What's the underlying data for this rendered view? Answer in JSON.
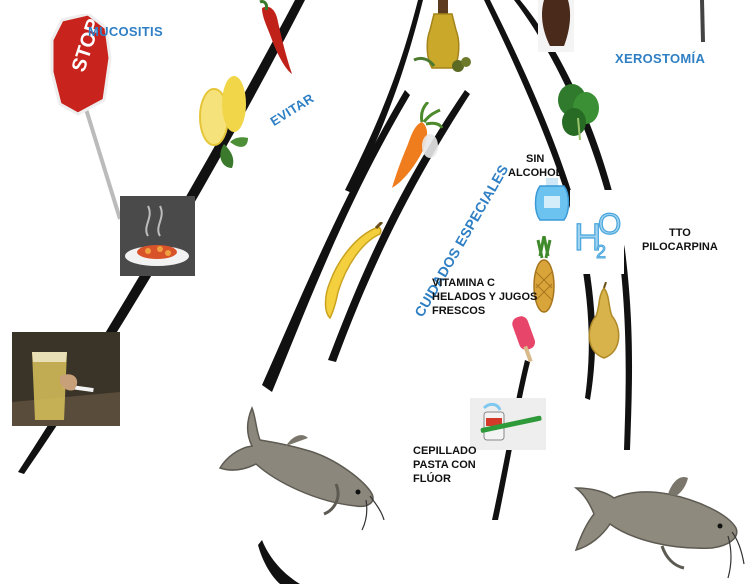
{
  "labels": {
    "mucositis": "MUCOSITIS",
    "evitar": "EVITAR",
    "cuidados": "CUIDADOS ESPECIALES",
    "xerostomia": "XEROSTOMÍA",
    "sin_alcohol": "SIN\nALCOHOL",
    "tto": "TTO\nPILOCARPINA",
    "vitamina": "VITAMINA C\nHELADOS Y JUGOS\nFRESCOS",
    "cepillado": "CEPILLADO\nPASTA CON\nFLÚOR",
    "stop_sign": "STOP",
    "h2o_a": "H",
    "h2o_b": "2",
    "h2o_c": "O"
  },
  "colors": {
    "accent_blue": "#2f7fc4",
    "bone": "#111111",
    "stop_red": "#c9231d"
  }
}
